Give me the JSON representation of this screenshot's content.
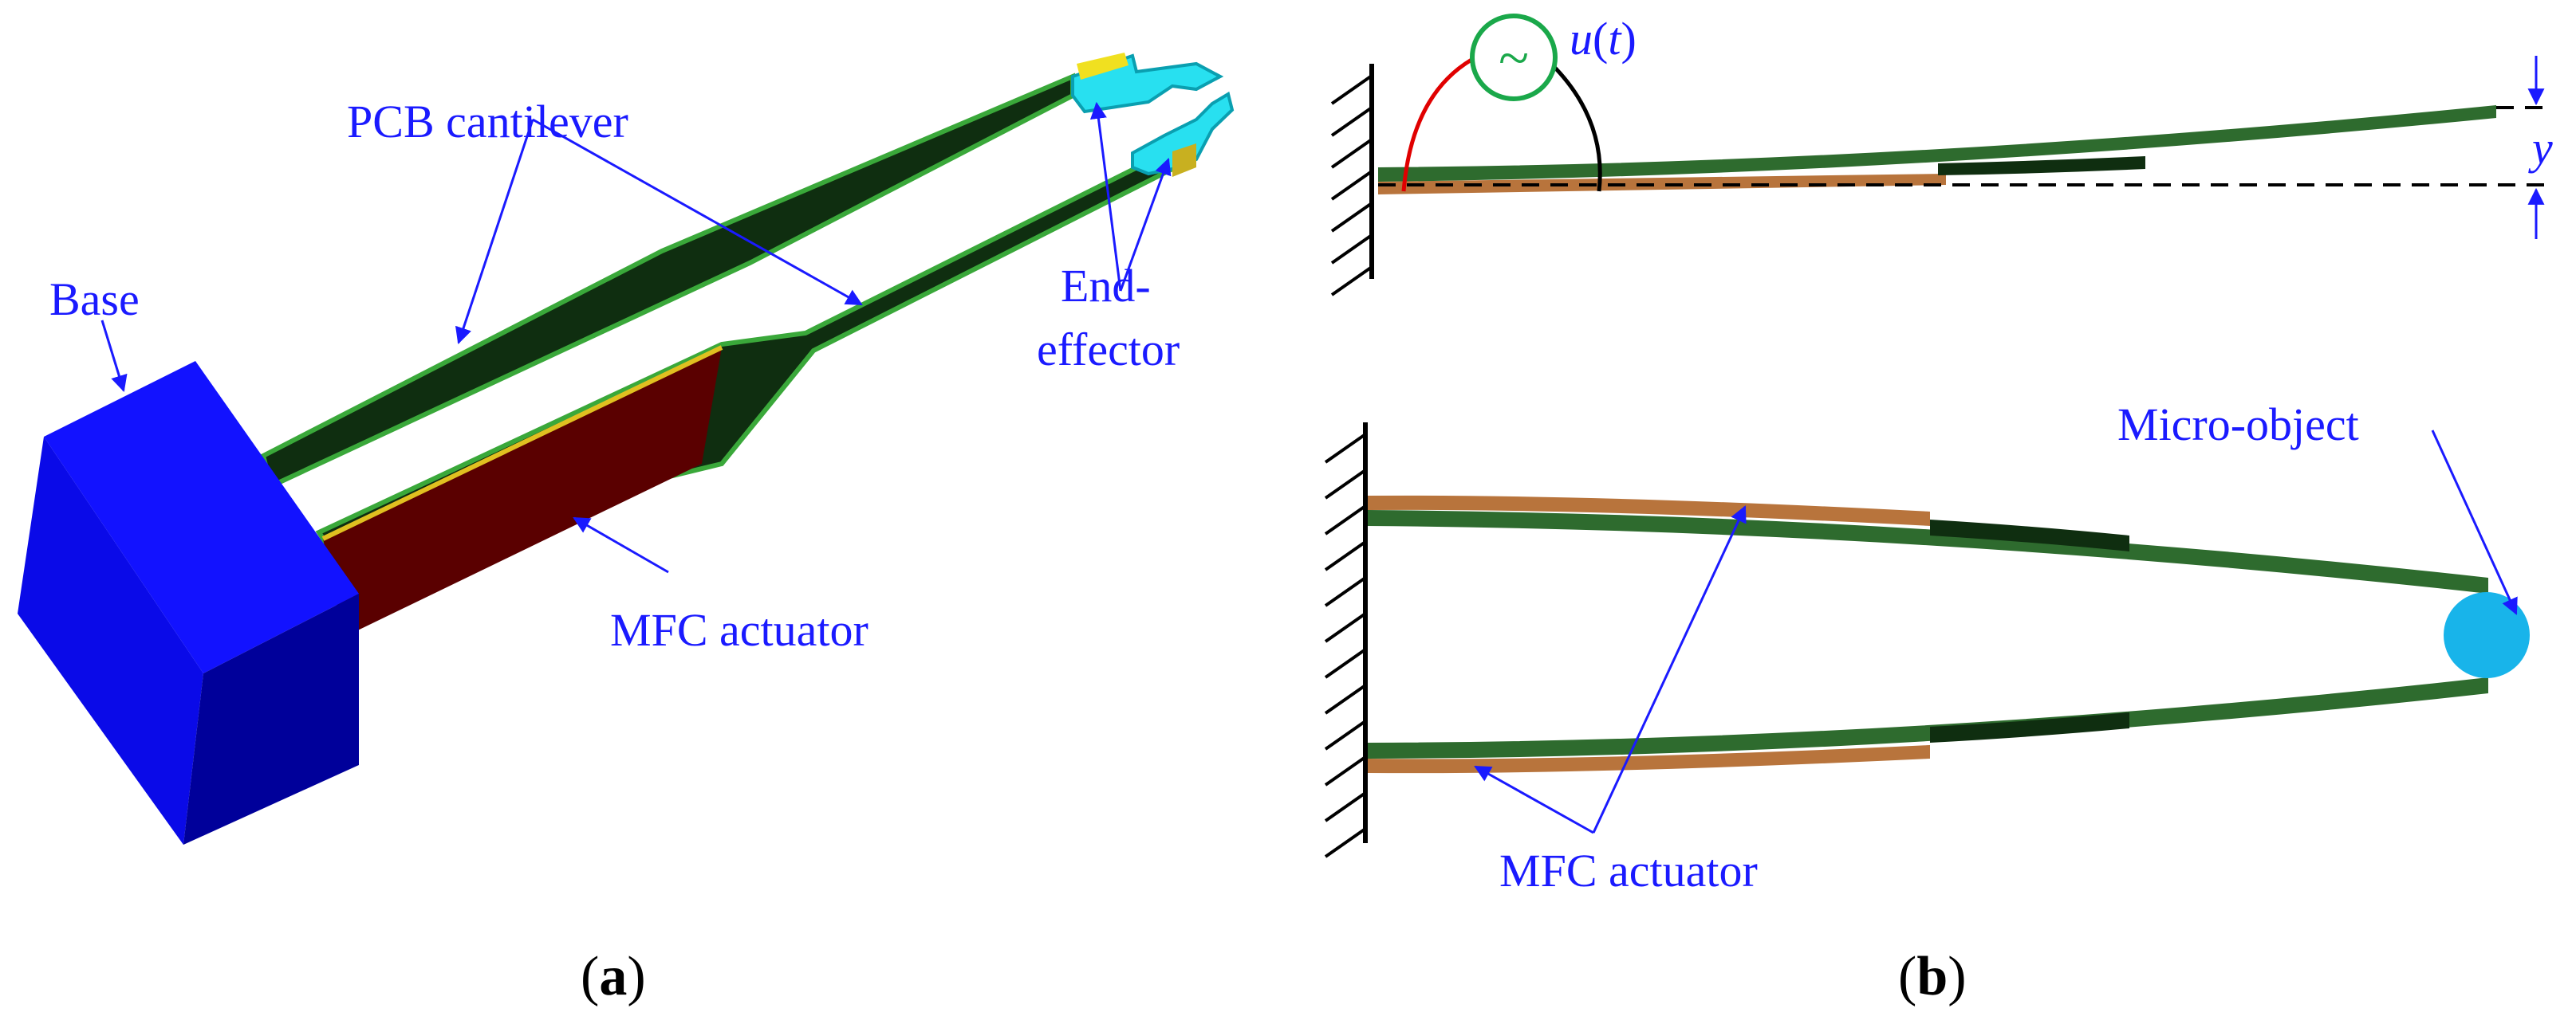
{
  "panel_a": {
    "labels": {
      "pcb_cantilever": "PCB cantilever",
      "base": "Base",
      "end_effector_line1": "End-",
      "end_effector_line2": "effector",
      "mfc_actuator": "MFC actuator"
    },
    "caption": {
      "open": "(",
      "letter": "a",
      "close": ")"
    }
  },
  "panel_b": {
    "labels": {
      "source_symbol": "~",
      "voltage_u": "u",
      "voltage_t_open": "(",
      "voltage_t": "t",
      "voltage_t_close": ")",
      "deflection": "y",
      "micro_object": "Micro-object",
      "mfc_actuator": "MFC actuator"
    },
    "caption": {
      "open": "(",
      "letter": "b",
      "close": ")"
    }
  },
  "colors": {
    "label_blue": "#1a1aff",
    "base_blue": "#1010ff",
    "cantilever_dark": "#0f2e10",
    "cantilever_green": "#2e6b2e",
    "edge_green": "#3aa83a",
    "mfc_red": "#5a0000",
    "mfc_brown": "#b8743c",
    "end_effector_cyan": "#28e0f0",
    "micro_object_cyan": "#18b4ea",
    "source_green": "#1aa84a"
  }
}
